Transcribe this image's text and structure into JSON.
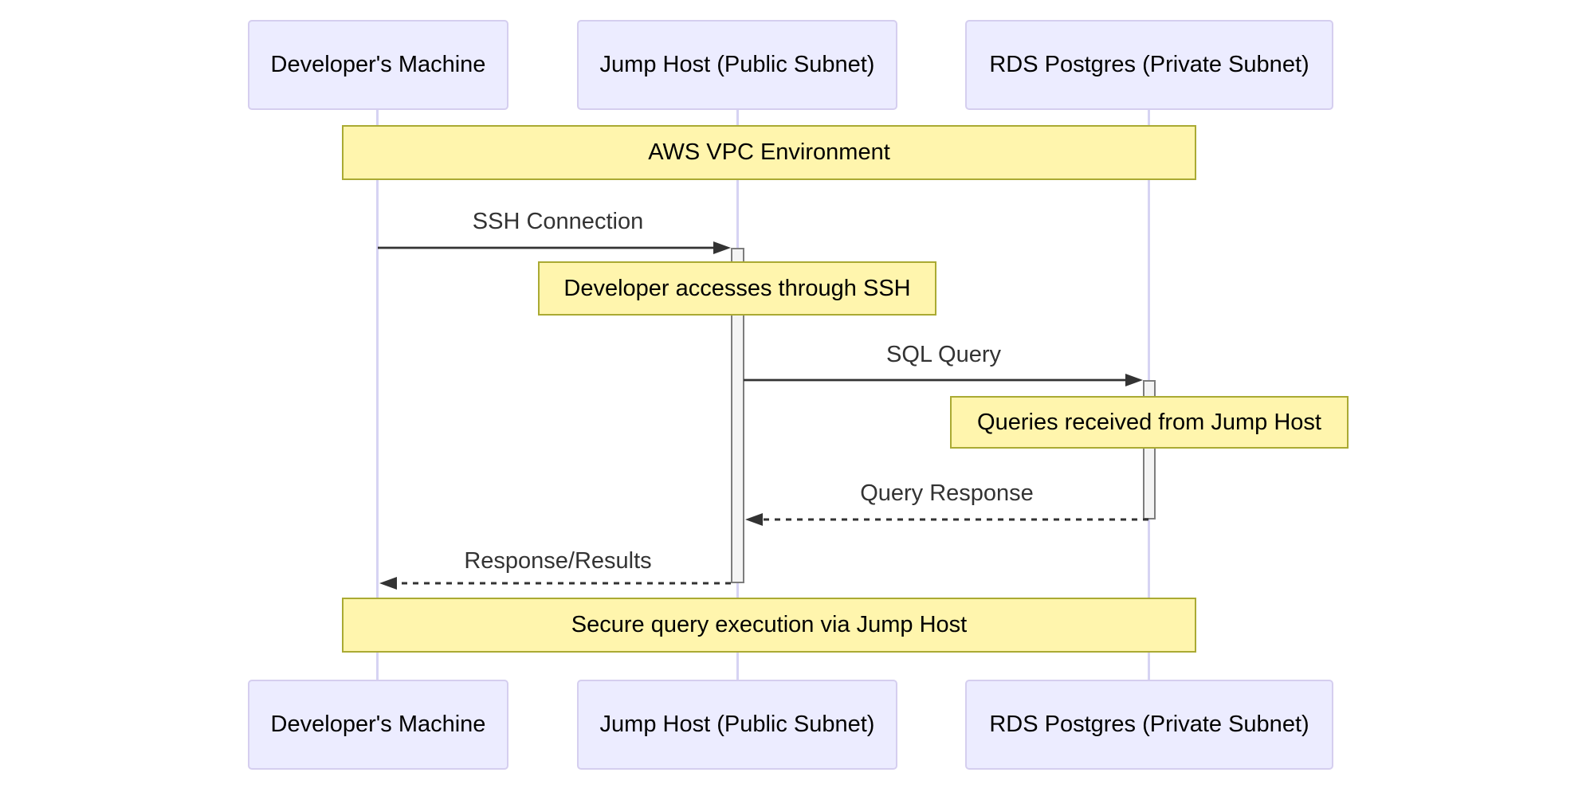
{
  "diagram": {
    "type": "sequence-diagram",
    "actors": [
      {
        "id": "dev",
        "name": "Developer's Machine"
      },
      {
        "id": "jump",
        "name": "Jump Host (Public Subnet)"
      },
      {
        "id": "rds",
        "name": "RDS Postgres (Private Subnet)"
      }
    ],
    "notes": [
      {
        "text": "AWS VPC Environment",
        "over": [
          "dev",
          "rds"
        ]
      },
      {
        "text": "Developer accesses through SSH",
        "over": [
          "jump"
        ]
      },
      {
        "text": "Queries received from Jump Host",
        "over": [
          "rds"
        ]
      },
      {
        "text": "Secure query execution via Jump Host",
        "over": [
          "dev",
          "rds"
        ]
      }
    ],
    "messages": [
      {
        "label": "SSH Connection",
        "from": "dev",
        "to": "jump",
        "line": "solid"
      },
      {
        "label": "SQL Query",
        "from": "jump",
        "to": "rds",
        "line": "solid"
      },
      {
        "label": "Query Response",
        "from": "rds",
        "to": "jump",
        "line": "dashed"
      },
      {
        "label": "Response/Results",
        "from": "jump",
        "to": "dev",
        "line": "dashed"
      }
    ],
    "activations": [
      {
        "actor": "jump",
        "from_message": "SSH Connection",
        "to_message": "Response/Results"
      },
      {
        "actor": "rds",
        "from_message": "SQL Query",
        "to_message": "Query Response"
      }
    ],
    "colors": {
      "actor_fill": "#ECECFF",
      "actor_border": "#D5CEEF",
      "actor_text": "#000000",
      "note_fill": "#FFF5AD",
      "note_border": "#AAAA33",
      "note_text": "#000000",
      "lifeline": "#D6D3F3",
      "activation_fill": "#F4F4F4",
      "activation_border": "#7D7D7D",
      "arrow": "#333333",
      "message_text": "#333333",
      "background": "#FFFFFF"
    }
  }
}
